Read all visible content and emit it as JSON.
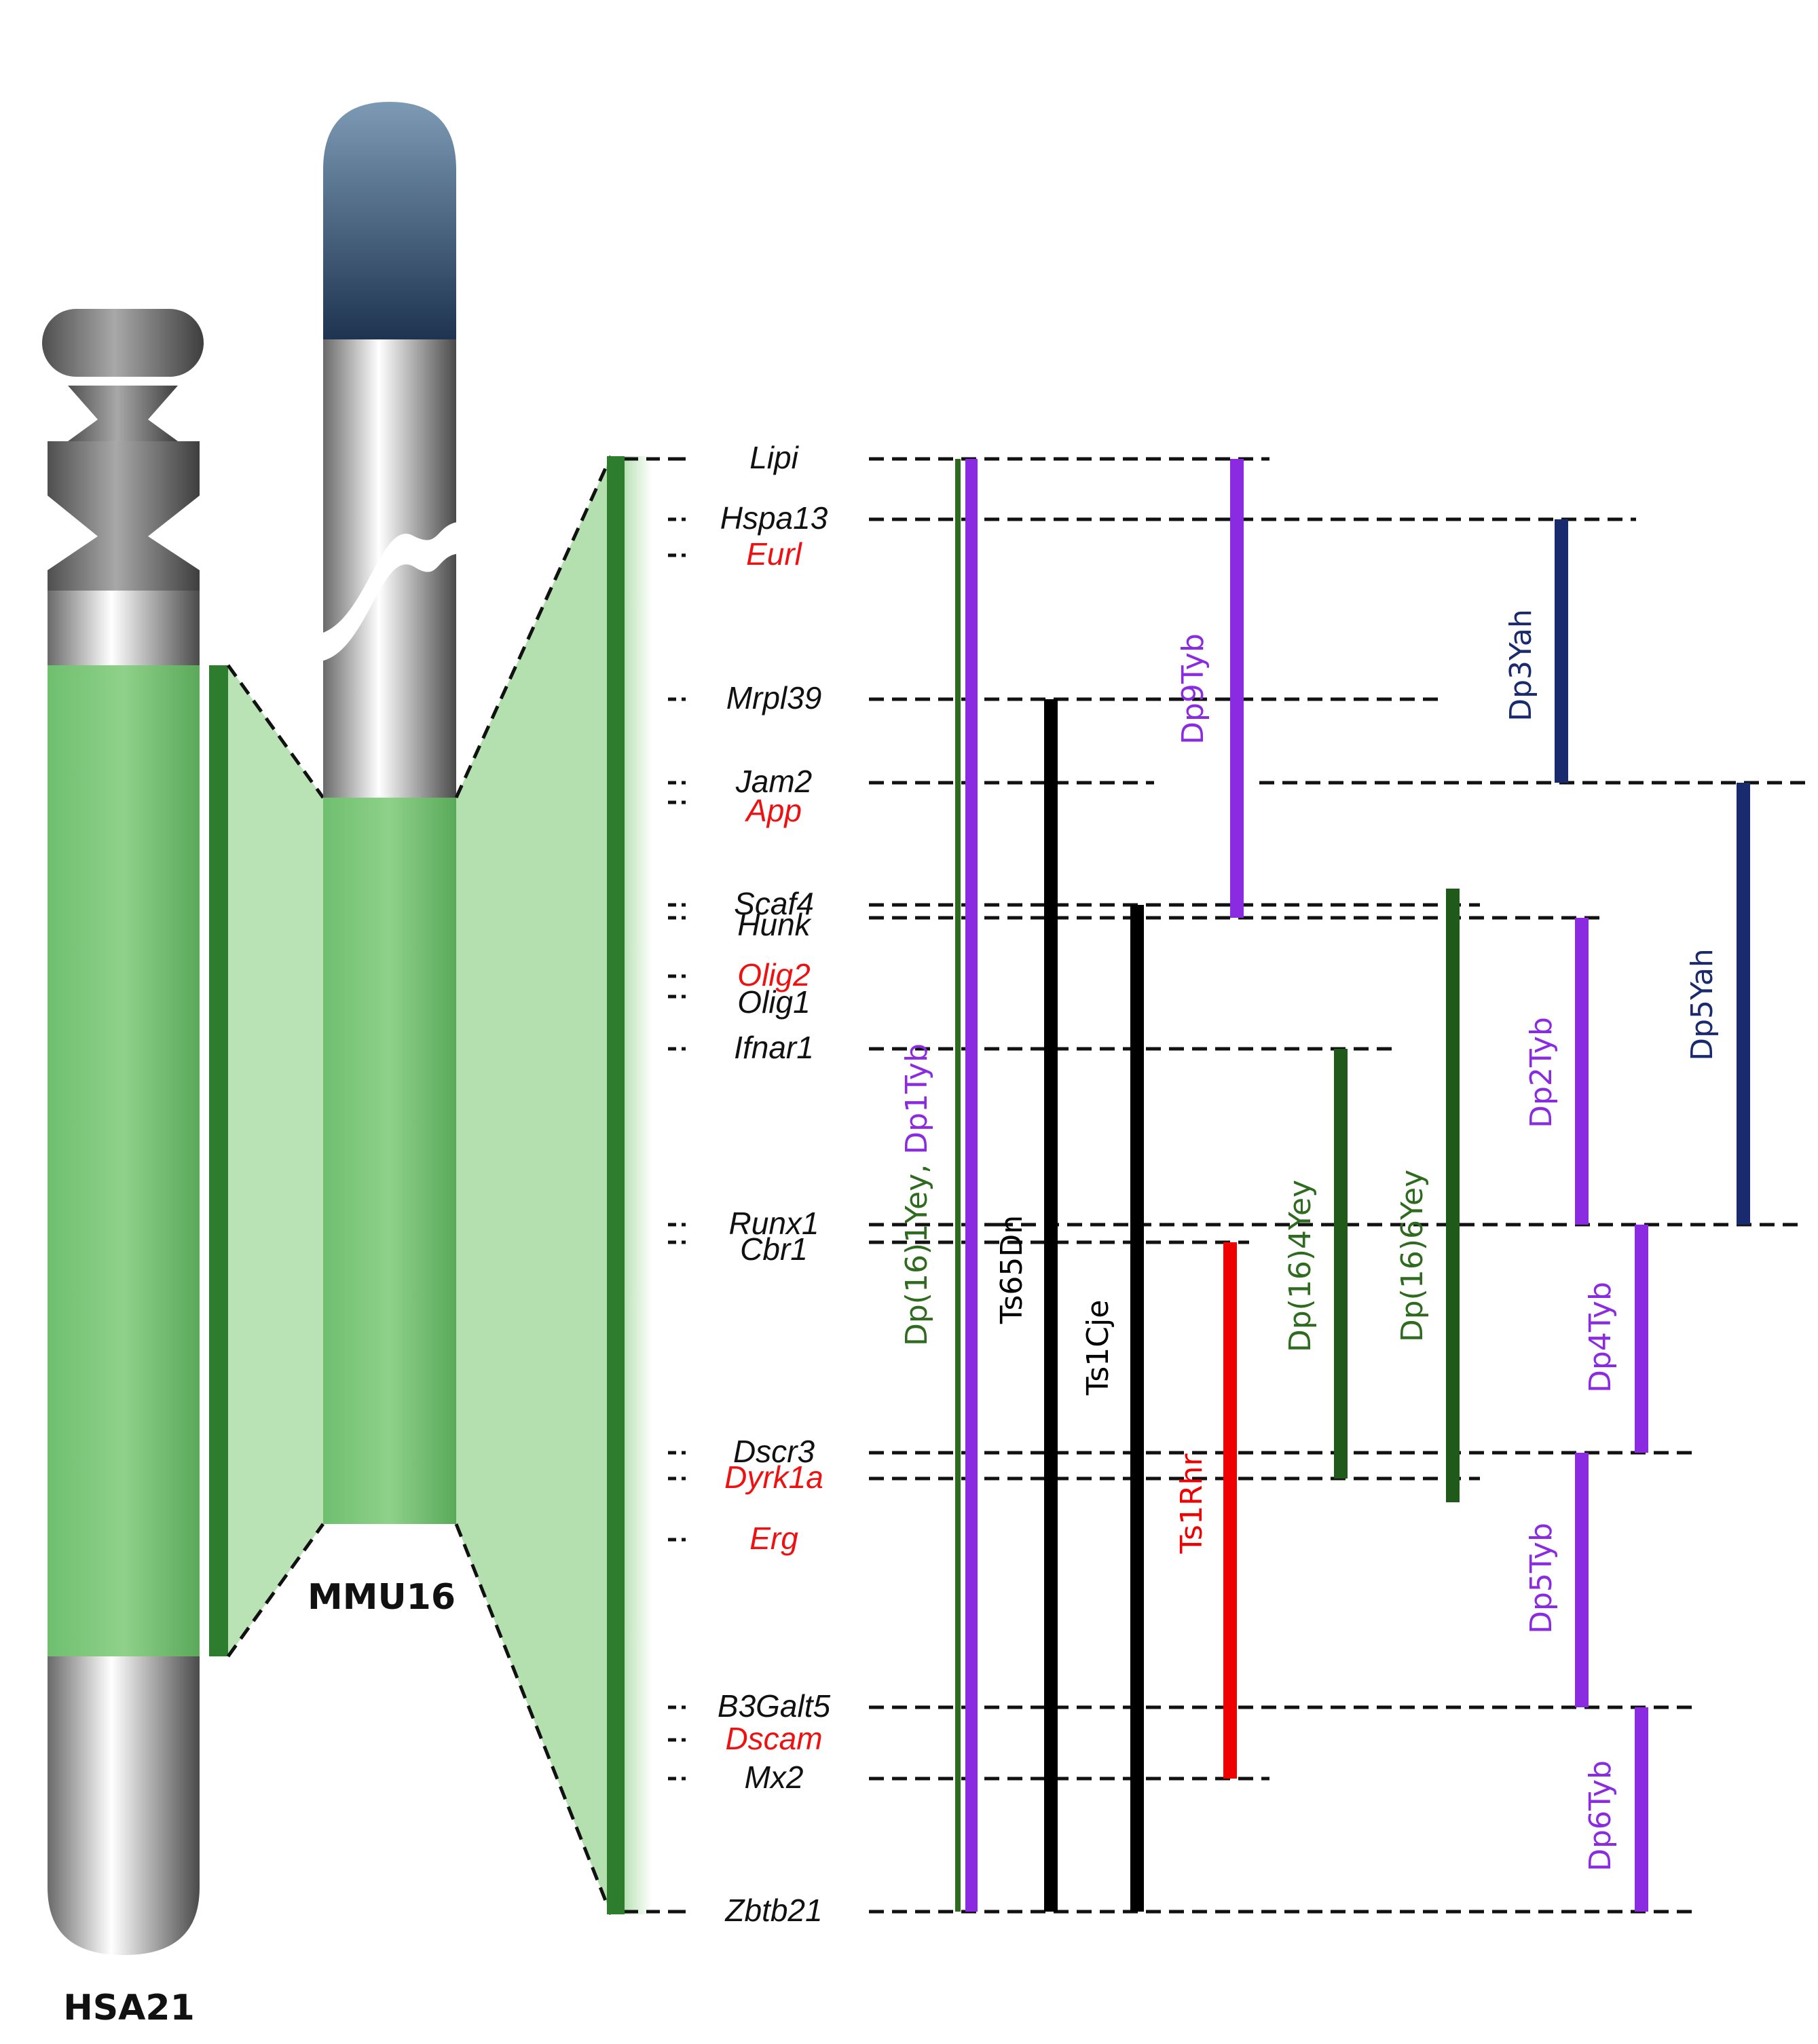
{
  "chromosomes": {
    "human": {
      "label": "HSA21"
    },
    "mouse": {
      "label": "MMU16"
    }
  },
  "genes": [
    {
      "name": "Lipi",
      "color": "#111111"
    },
    {
      "name": "Hspa13",
      "color": "#111111"
    },
    {
      "name": "Eurl",
      "color": "#ee1111"
    },
    {
      "name": "Mrpl39",
      "color": "#111111"
    },
    {
      "name": "Jam2",
      "color": "#111111"
    },
    {
      "name": "App",
      "color": "#ee1111"
    },
    {
      "name": "Scaf4",
      "color": "#111111"
    },
    {
      "name": "Hunk",
      "color": "#111111"
    },
    {
      "name": "Olig2",
      "color": "#ee1111"
    },
    {
      "name": "Olig1",
      "color": "#111111"
    },
    {
      "name": "Ifnar1",
      "color": "#111111"
    },
    {
      "name": "Runx1",
      "color": "#111111"
    },
    {
      "name": "Cbr1",
      "color": "#111111"
    },
    {
      "name": "Dscr3",
      "color": "#111111"
    },
    {
      "name": "Dyrk1a",
      "color": "#ee1111"
    },
    {
      "name": "Erg",
      "color": "#ee1111"
    },
    {
      "name": "B3Galt5",
      "color": "#111111"
    },
    {
      "name": "Dscam",
      "color": "#ee1111"
    },
    {
      "name": "Mx2",
      "color": "#111111"
    },
    {
      "name": "Zbtb21",
      "color": "#111111"
    }
  ],
  "models": [
    {
      "id": "dp16-1yey",
      "parts": [
        {
          "text": "Dp(16)1Yey, ",
          "color": "#2e6b1e"
        },
        {
          "text": "Dp1Tyb",
          "color": "#8a2be2"
        }
      ],
      "from": "Lipi",
      "to": "Zbtb21"
    },
    {
      "id": "ts65dn",
      "parts": [
        {
          "text": "Ts65Dn",
          "color": "#000000"
        }
      ],
      "from": "Mrpl39",
      "to": "Zbtb21"
    },
    {
      "id": "ts1cje",
      "parts": [
        {
          "text": "Ts1Cje",
          "color": "#000000"
        }
      ],
      "from": "Scaf4",
      "to": "Zbtb21"
    },
    {
      "id": "dp9tyb",
      "parts": [
        {
          "text": "Dp9Tyb",
          "color": "#8a2be2"
        }
      ],
      "from": "Lipi",
      "to": "Hunk"
    },
    {
      "id": "ts1rhr",
      "parts": [
        {
          "text": "Ts1Rhr",
          "color": "#ee0000"
        }
      ],
      "from": "Cbr1",
      "to": "Mx2"
    },
    {
      "id": "dp16-4yey",
      "parts": [
        {
          "text": "Dp(16)4Yey",
          "color": "#2e6b1e"
        }
      ],
      "from": "Ifnar1",
      "to": "Dyrk1a"
    },
    {
      "id": "dp16-6yey",
      "parts": [
        {
          "text": "Dp(16)6Yey",
          "color": "#2e6b1e"
        }
      ],
      "from": "Scaf4",
      "to": "Dyrk1a"
    },
    {
      "id": "dp3yah",
      "parts": [
        {
          "text": "Dp3Yah",
          "color": "#1a2a6e"
        }
      ],
      "from": "Hspa13",
      "to": "Jam2"
    },
    {
      "id": "dp2tyb",
      "parts": [
        {
          "text": "Dp2Tyb",
          "color": "#8a2be2"
        }
      ],
      "from": "Hunk",
      "to": "Runx1"
    },
    {
      "id": "dp5yah",
      "parts": [
        {
          "text": "Dp5Yah",
          "color": "#1a2a6e"
        }
      ],
      "from": "Jam2",
      "to": "Runx1"
    },
    {
      "id": "dp4tyb",
      "parts": [
        {
          "text": "Dp4Tyb",
          "color": "#8a2be2"
        }
      ],
      "from": "Runx1",
      "to": "Dscr3"
    },
    {
      "id": "dp5tyb",
      "parts": [
        {
          "text": "Dp5Tyb",
          "color": "#8a2be2"
        }
      ],
      "from": "Dscr3",
      "to": "B3Galt5"
    },
    {
      "id": "dp6tyb",
      "parts": [
        {
          "text": "Dp6Tyb",
          "color": "#8a2be2"
        }
      ],
      "from": "B3Galt5",
      "to": "Zbtb21"
    }
  ]
}
